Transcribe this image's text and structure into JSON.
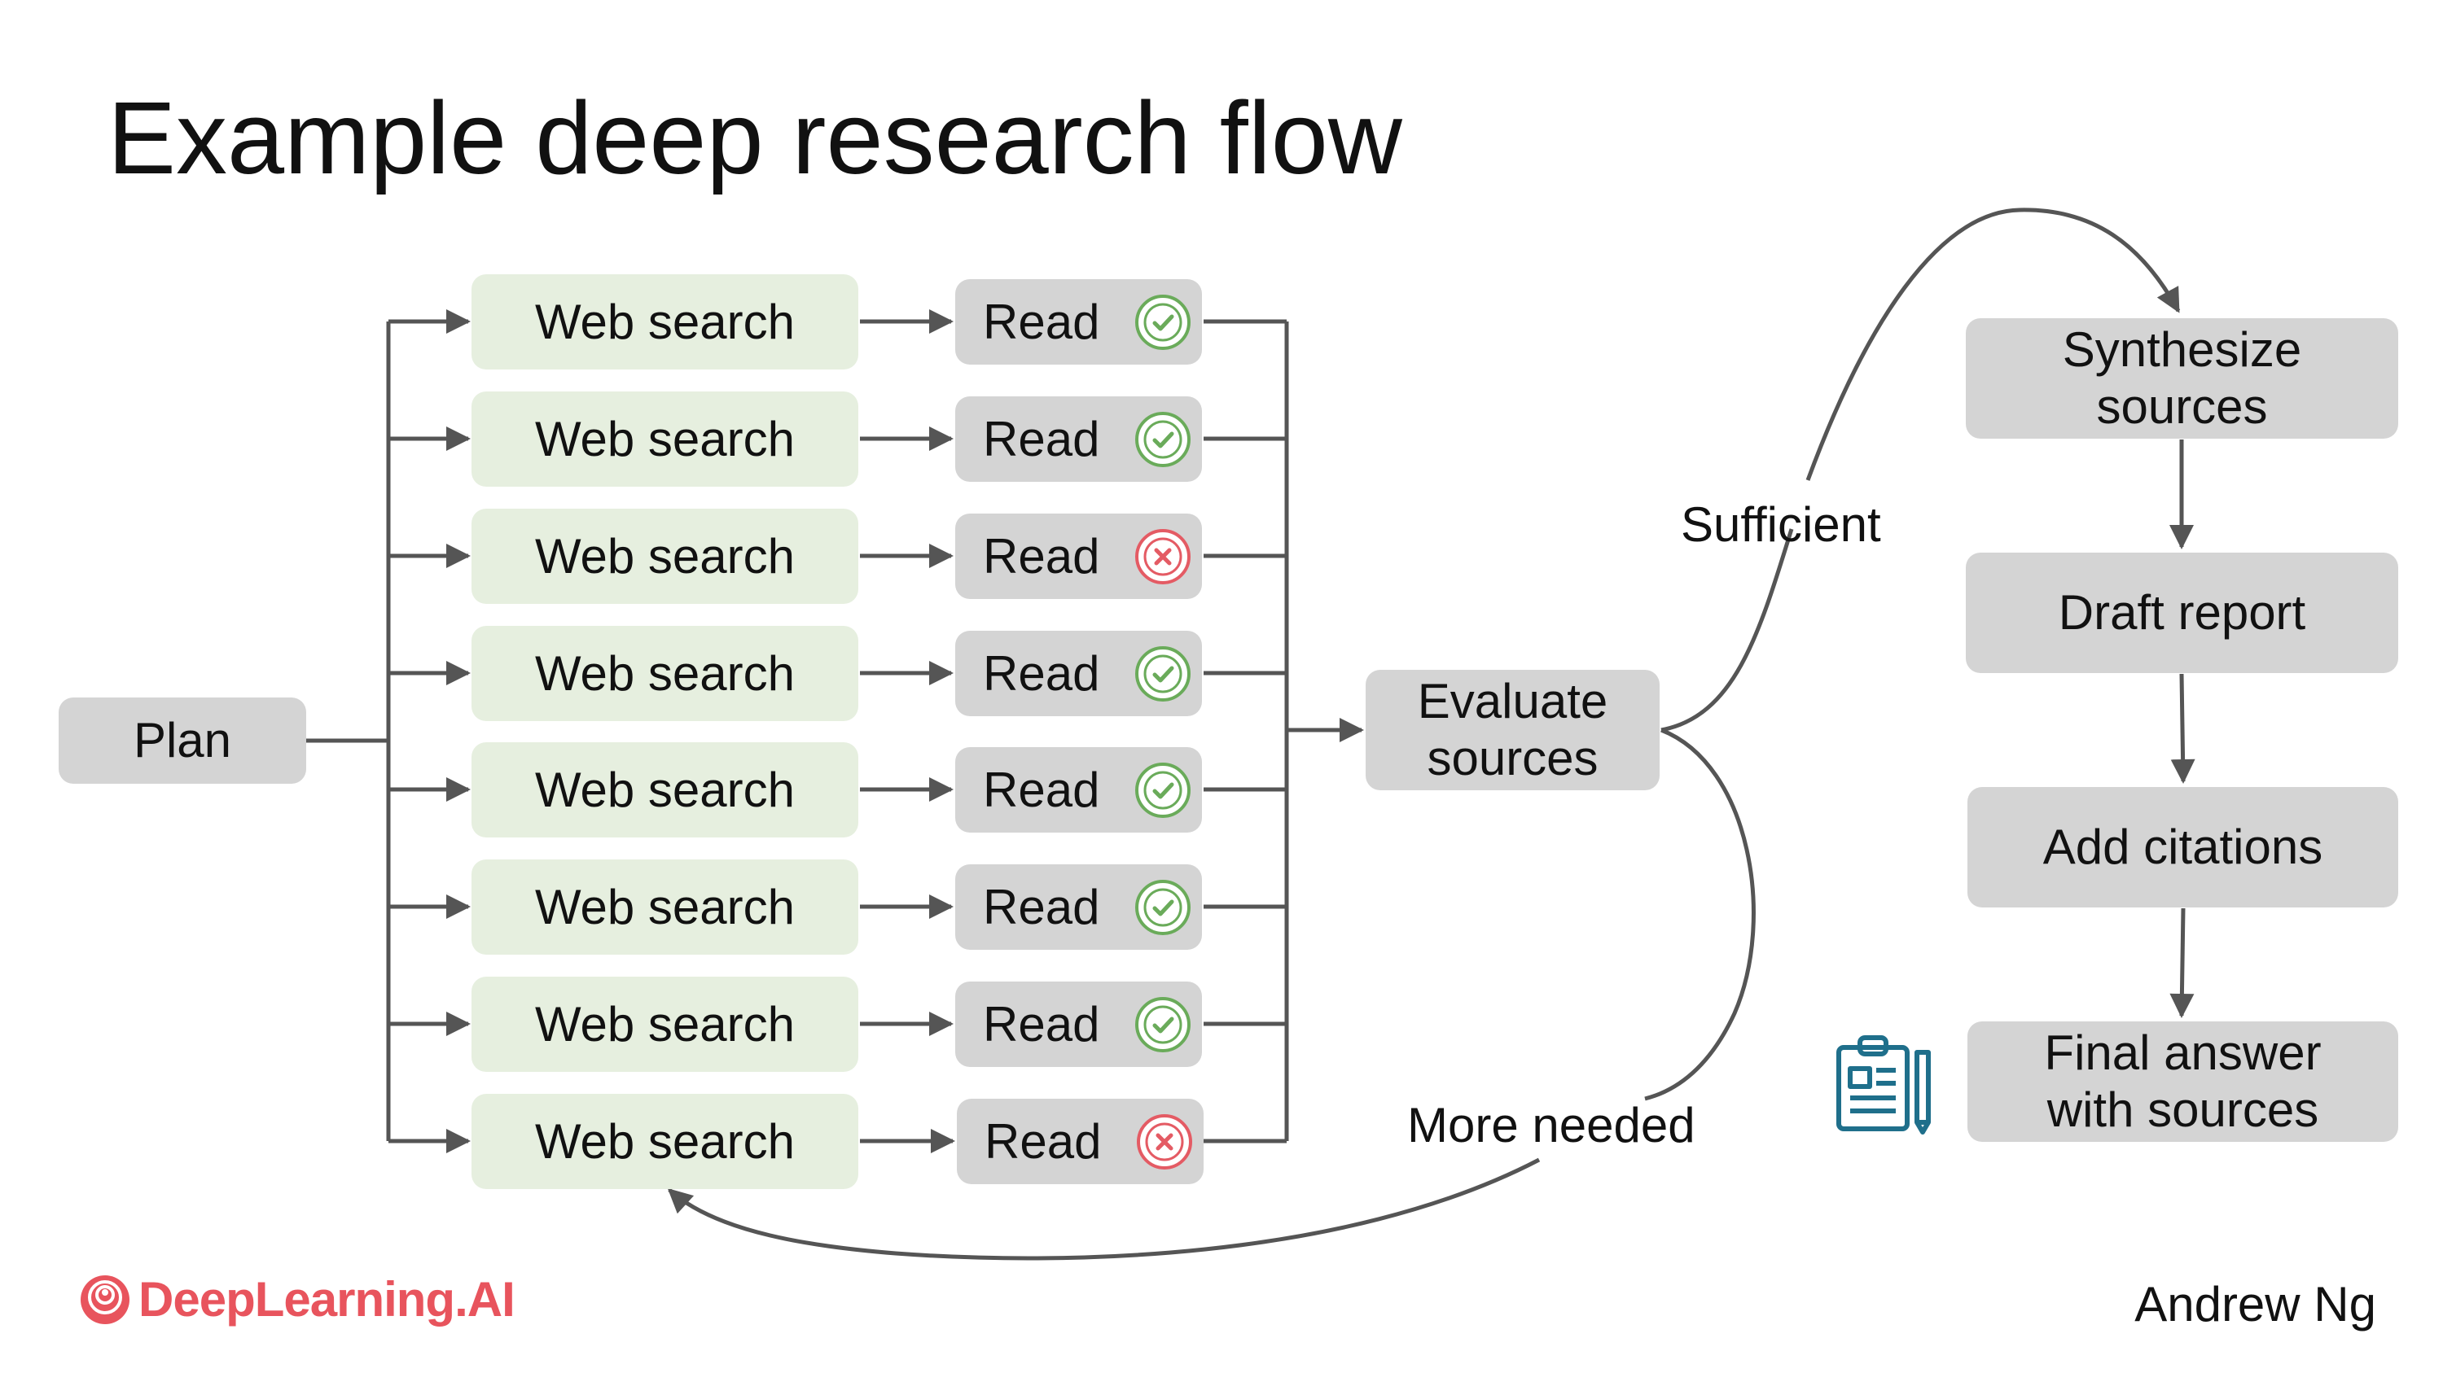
{
  "title": "Example deep research flow",
  "plan": "Plan",
  "branches": [
    {
      "search": "Web search",
      "read": "Read",
      "status": "check-icon"
    },
    {
      "search": "Web search",
      "read": "Read",
      "status": "check-icon"
    },
    {
      "search": "Web search",
      "read": "Read",
      "status": "cross-icon"
    },
    {
      "search": "Web search",
      "read": "Read",
      "status": "check-icon"
    },
    {
      "search": "Web search",
      "read": "Read",
      "status": "check-icon"
    },
    {
      "search": "Web search",
      "read": "Read",
      "status": "check-icon"
    },
    {
      "search": "Web search",
      "read": "Read",
      "status": "check-icon"
    },
    {
      "search": "Web search",
      "read": "Read",
      "status": "cross-icon"
    }
  ],
  "evaluate": {
    "line1": "Evaluate",
    "line2": "sources"
  },
  "sufficient_label": "Sufficient",
  "more_needed_label": "More needed",
  "steps": [
    {
      "line1": "Synthesize",
      "line2": "sources"
    },
    {
      "line1": "Draft report",
      "line2": ""
    },
    {
      "line1": "Add citations",
      "line2": ""
    },
    {
      "line1": "Final answer",
      "line2": "with sources"
    }
  ],
  "logo": {
    "text": "DeepLearning.AI",
    "icon": "deeplearning-logo-icon"
  },
  "author": "Andrew Ng",
  "report_icon": "clipboard-report-icon",
  "colors": {
    "box_gray": "#d4d4d4",
    "box_green": "#e6efdf",
    "check": "#6aab5a",
    "cross": "#e45b64",
    "line": "#555555",
    "icon_teal": "#1f6f8b",
    "logo": "#e8545d"
  }
}
